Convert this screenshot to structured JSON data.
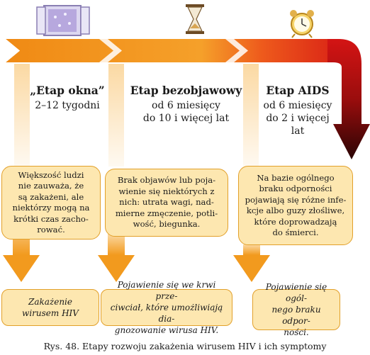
{
  "stages": [
    {
      "title": "„Etap okna”",
      "duration": "2–12 tygodni",
      "description": "Większość ludzi\nnie zauważa, że\nsą zakażeni, ale\nniektórzy mogą na\nkrótki czas zacho-\nrować.",
      "outcome": "Zakażenie\nwirusem HIV"
    },
    {
      "title": "Etap bezobjawowy",
      "duration": "od 6 miesięcy\ndo 10 i więcej lat",
      "description": "Brak objawów lub poja-\nwienie się niektórych z\nnich: utrata wagi, nad-\nmierne zmęczenie, potli-\nwość, biegunka.",
      "outcome": "Pojawienie się we krwi prze-\nciwciał, które umożliwiają dia-\ngnozowanie wirusa HIV."
    },
    {
      "title": "Etap AIDS",
      "duration": "od 6 miesięcy\ndo 2 i więcej\nlat",
      "description": "Na bazie ogólnego\nbraku odporności\npojawiają się różne infe-\nkcje albo guzy złośliwe,\nktóre doprowadzają\ndo śmierci.",
      "outcome": "Pojawienie się ogól-\nnego braku odpor-\nności."
    }
  ],
  "caption": "Rys. 48. Etapy rozwoju zakażenia wirusem HIV i ich symptomy",
  "icons": [
    "window-icon",
    "hourglass-icon",
    "alarm-clock-icon"
  ],
  "colors": {
    "orange": "#f29a1e",
    "red": "#d61f1f",
    "dark_red": "#3d0606",
    "box_fill": "#fde7b0",
    "box_border": "#e2a02a"
  }
}
